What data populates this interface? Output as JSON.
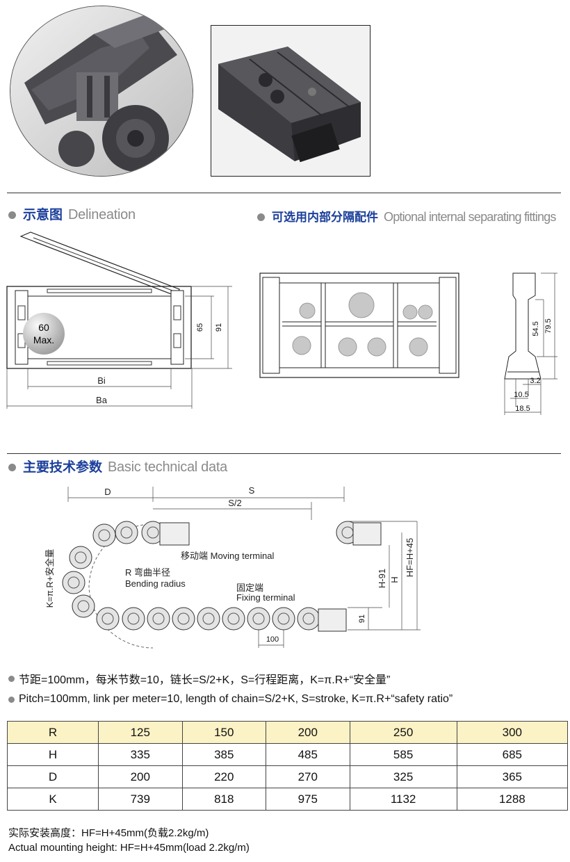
{
  "sections": {
    "delineation": {
      "cn": "示意图",
      "en": "Delineation"
    },
    "fittings": {
      "cn": "可选用内部分隔配件",
      "en": "Optional internal separating fittings"
    },
    "technical": {
      "cn": "主要技术参数",
      "en": "Basic technical data"
    }
  },
  "delineation_labels": {
    "max_circle_num": "60",
    "max_circle_word": "Max.",
    "h_inner": "65",
    "h_outer": "91",
    "bi": "Bi",
    "ba": "Ba"
  },
  "fitting_labels": {
    "d545": "54.5",
    "d795": "79.5",
    "d32": "3.2",
    "d105": "10.5",
    "d185": "18.5"
  },
  "tech_labels": {
    "d": "D",
    "s": "S",
    "s2": "S/2",
    "k": "K=π.R+安全量",
    "moving": "移动端 Moving terminal",
    "bend_cn": "R 弯曲半径",
    "bend_en": "Bending radius",
    "fix_cn": "固定端",
    "fix_en": "Fixing terminal",
    "h91": "H-91",
    "h": "H",
    "hf": "HF=H+45",
    "v91": "91",
    "p100": "100"
  },
  "notes": {
    "cn": "节距=100mm，每米节数=10，链长=S/2+K，S=行程距离，K=π.R+“安全量”",
    "en": "Pitch=100mm, link per meter=10, length of chain=S/2+K, S=stroke, K=π.R+“safety ratio”"
  },
  "table": {
    "rows": [
      {
        "label": "R",
        "values": [
          "125",
          "150",
          "200",
          "250",
          "300"
        ]
      },
      {
        "label": "H",
        "values": [
          "335",
          "385",
          "485",
          "585",
          "685"
        ]
      },
      {
        "label": "D",
        "values": [
          "200",
          "220",
          "270",
          "325",
          "365"
        ]
      },
      {
        "label": "K",
        "values": [
          "739",
          "818",
          "975",
          "1132",
          "1288"
        ]
      }
    ]
  },
  "footer": {
    "cn": "实际安装高度：HF=H+45mm(负载2.2kg/m)",
    "en": "Actual mounting height: HF=H+45mm(load 2.2kg/m)"
  }
}
